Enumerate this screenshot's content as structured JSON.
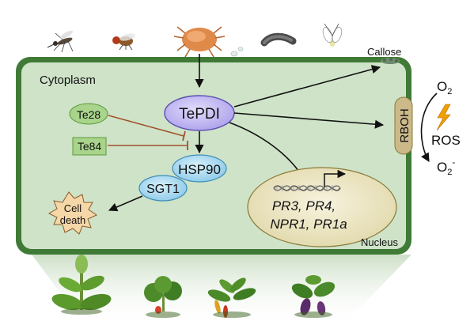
{
  "labels": {
    "cytoplasm": "Cytoplasm",
    "callose": "Callose",
    "tepdi": "TePDI",
    "te28": "Te28",
    "te84": "Te84",
    "hsp90": "HSP90",
    "sgt1": "SGT1",
    "cell_death_line1": "Cell",
    "cell_death_line2": "death",
    "rboh": "RBOH",
    "o2": "O",
    "o2_sub": "2",
    "ros": "ROS",
    "superoxide": "O",
    "superoxide_sub": "2",
    "superoxide_sup": "-",
    "genes_line1": "PR3, PR4,",
    "genes_line2": "NPR1, PR1a",
    "nucleus": "Nucleus"
  },
  "colors": {
    "cell_fill": "#cfe3c8",
    "cell_border": "#3f7a36",
    "tepdi_fill": "#b9aef0",
    "tepdi_border": "#5a4fb0",
    "hsp_fill": "#9fd6ee",
    "hsp_border": "#3d8db8",
    "te_fill": "#a9d48b",
    "te_border": "#5c9a3c",
    "inhibit": "#a0522d",
    "rboh_fill": "#cbb98a",
    "nucleus_fill": "#ece6c2",
    "nucleus_border": "#8a7a3a",
    "star_fill": "#f6d7a7",
    "bolt": "#f0a000"
  },
  "icons": [
    "mosquito-icon",
    "fruit-fly-icon",
    "mite-icon",
    "caterpillar-icon",
    "whitefly-icon",
    "tobacco-plant-icon",
    "strawberry-plant-icon",
    "pepper-plant-icon",
    "eggplant-icon"
  ]
}
